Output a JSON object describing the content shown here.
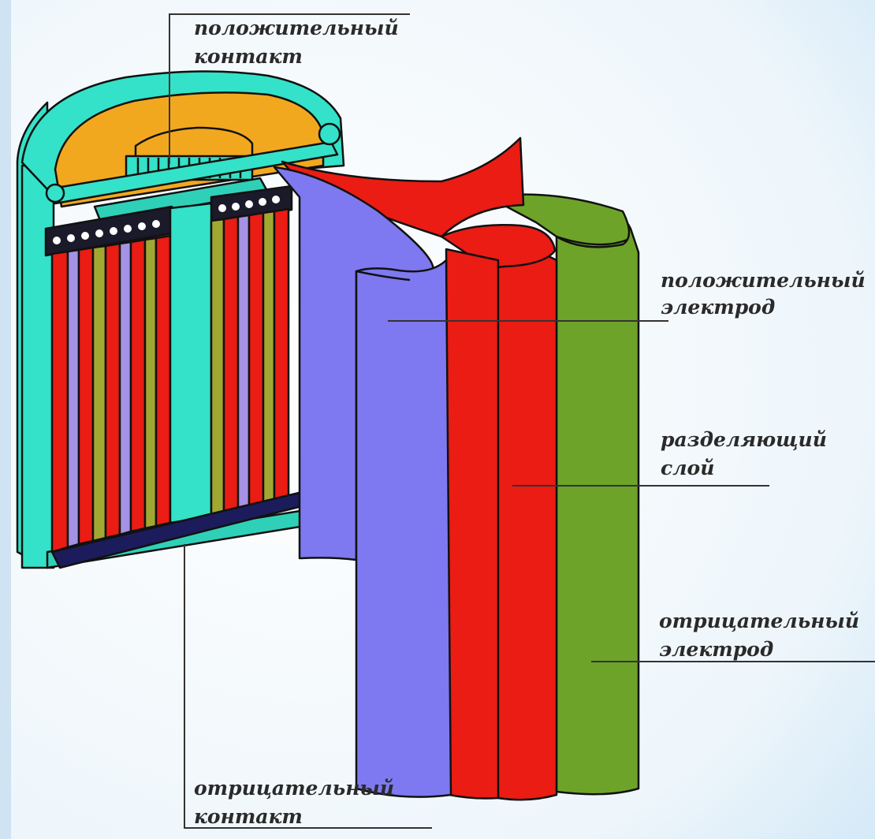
{
  "labels": {
    "positive_contact": [
      "положительный",
      "контакт"
    ],
    "positive_electrode": [
      "положительный",
      "электрод"
    ],
    "separator": [
      "разделяющий",
      "слой"
    ],
    "negative_electrode": [
      "отрицательный",
      "электрод"
    ],
    "negative_contact": [
      "отрицательный",
      "контакт"
    ]
  },
  "colors": {
    "background": "#eef6fb",
    "casing": "#33e2c8",
    "gasket": "#f2a81e",
    "positive_electrode": "#7e79f0",
    "separator": "#ea1c14",
    "negative_electrode": "#6ea32a",
    "strip_olive": "#a0a832",
    "strip_lilac": "#a692e4",
    "base": "#1c1c5c"
  }
}
